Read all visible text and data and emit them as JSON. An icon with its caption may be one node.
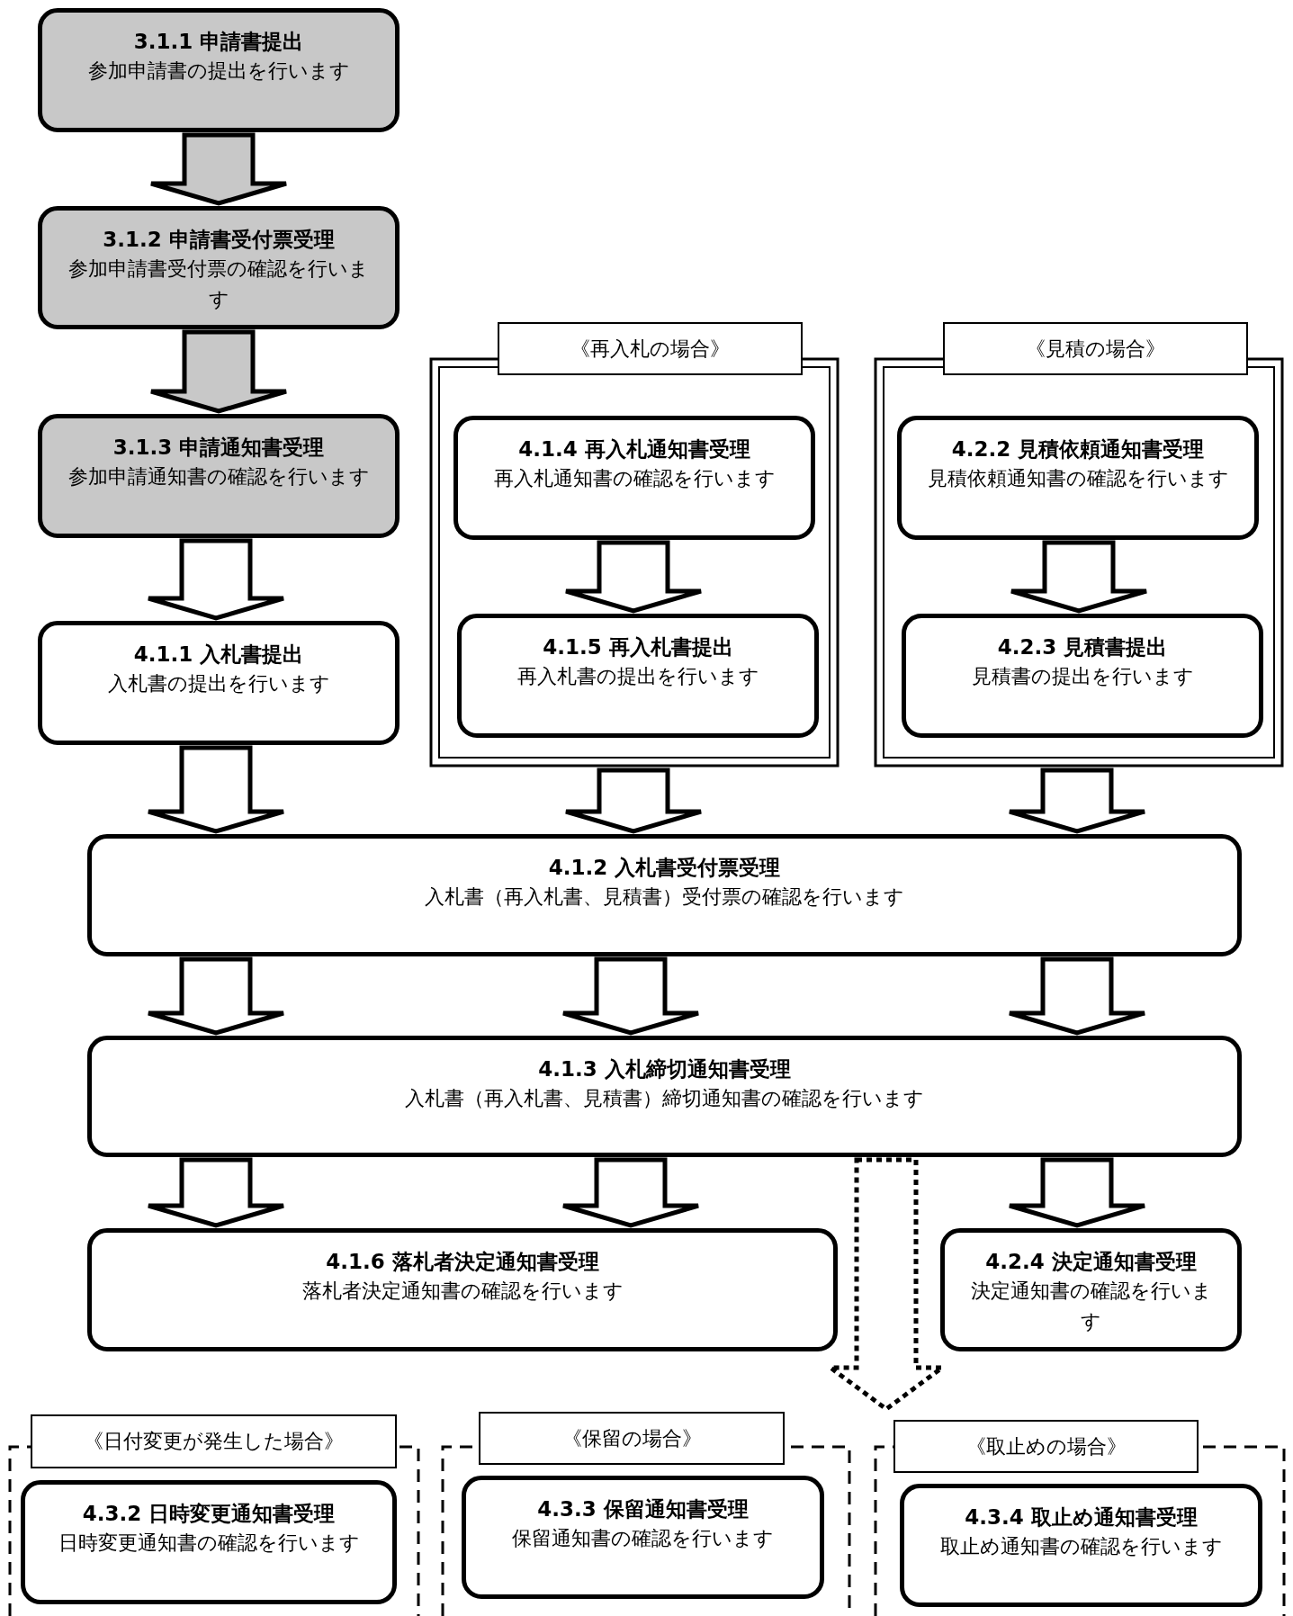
{
  "diagram": {
    "nodes": [
      {
        "text": [
          "3.1.1 申請書提出",
          "参加申請書の提出を行います"
        ]
      },
      {
        "text": [
          "3.1.2 申請書受付票受理",
          "参加申請書受付票の確認を行います"
        ]
      },
      {
        "text": [
          "3.1.3 申請通知書受理",
          "参加申請通知書の確認を行います"
        ]
      },
      {
        "text": [
          "4.1.1 入札書提出",
          "入札書の提出を行います"
        ]
      },
      {
        "text": [
          "《再入札の場合》"
        ]
      },
      {
        "text": [
          "4.1.4 再入札通知書受理",
          "再入札通知書の確認を行います"
        ],
        "in": 4
      },
      {
        "text": [
          "4.1.5 再入札書提出",
          "再入札書の提出を行います"
        ],
        "in": 4
      },
      {
        "text": [
          "《見積の場合》"
        ]
      },
      {
        "text": [
          "4.2.2 見積依頼通知書受理",
          "見積依頼通知書の確認を行います"
        ],
        "in": 7
      },
      {
        "text": [
          "4.2.3 見積書提出",
          "見積書の提出を行います"
        ],
        "in": 7
      },
      {
        "text": [
          "4.1.2 入札書受付票受理",
          "入札書（再入札書、見積書）受付票の確認を行います"
        ]
      },
      {
        "text": [
          "4.1.3 入札締切通知書受理",
          "入札書（再入札書、見積書）締切通知書の確認を行います"
        ]
      },
      {
        "text": [
          "4.1.6 落札者決定通知書受理",
          "落札者決定通知書の確認を行います"
        ]
      },
      {
        "text": [
          "4.2.4 決定通知書受理",
          "決定通知書の確認を行います"
        ]
      },
      {
        "text": [
          "《日付変更が発生した場合》"
        ]
      },
      {
        "text": [
          "4.3.2 日時変更通知書受理",
          "日時変更通知書の確認を行います"
        ],
        "in": 14
      },
      {
        "text": [
          "《保留の場合》"
        ]
      },
      {
        "text": [
          "4.3.3 保留通知書受理",
          "保留通知書の確認を行います"
        ],
        "in": 16
      },
      {
        "text": [
          "《取止めの場合》"
        ]
      },
      {
        "text": [
          "4.3.4 取止め通知書受理",
          "取止め通知書の確認を行います"
        ],
        "in": 18
      }
    ],
    "edges": [
      {
        "from": 0,
        "to": 1,
        "arrow": "to"
      },
      {
        "from": 1,
        "to": 2,
        "arrow": "to"
      },
      {
        "from": 2,
        "to": 3,
        "arrow": "to"
      },
      {
        "from": 5,
        "to": 6,
        "arrow": "to"
      },
      {
        "from": 8,
        "to": 9,
        "arrow": "to"
      },
      {
        "from": 3,
        "to": 10,
        "arrow": "to"
      },
      {
        "from": 4,
        "to": 10,
        "arrow": "to"
      },
      {
        "from": 7,
        "to": 10,
        "arrow": "to"
      },
      {
        "from": 10,
        "to": 11,
        "arrow": "to"
      },
      {
        "from": 10,
        "to": 11,
        "arrow": "to"
      },
      {
        "from": 10,
        "to": 11,
        "arrow": "to"
      },
      {
        "from": 11,
        "to": 12,
        "arrow": "to"
      },
      {
        "from": 11,
        "to": 12,
        "arrow": "to"
      },
      {
        "from": 11,
        "to": 13,
        "arrow": "to"
      },
      {
        "from": 11,
        "to": null,
        "arrow": "to",
        "style": "dashed"
      }
    ]
  }
}
